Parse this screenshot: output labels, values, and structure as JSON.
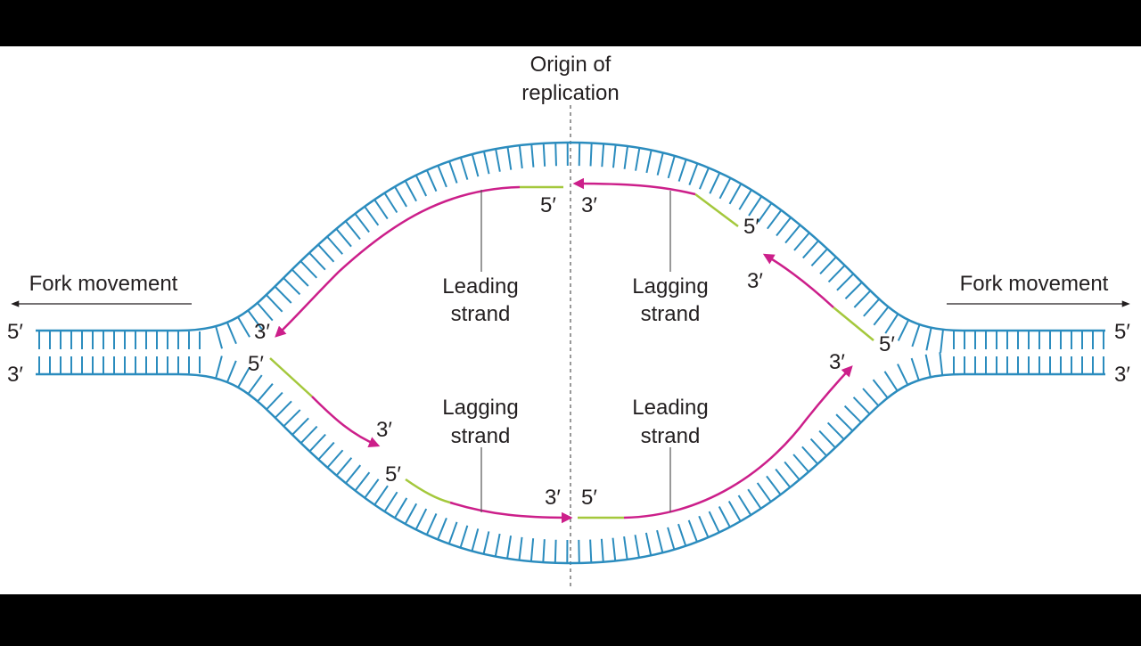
{
  "diagram": {
    "origin_label": [
      "Origin of",
      "replication"
    ],
    "fork_movement_left": "Fork movement",
    "fork_movement_right": "Fork movement",
    "leading_strand_top": [
      "Leading",
      "strand"
    ],
    "lagging_strand_top": [
      "Lagging",
      "strand"
    ],
    "lagging_strand_bottom": [
      "Lagging",
      "strand"
    ],
    "leading_strand_bottom": [
      "Leading",
      "strand"
    ],
    "end_labels": {
      "left_top_5": "5′",
      "left_bottom_3": "3′",
      "right_top_5": "5′",
      "right_bottom_3": "3′",
      "tl_leading_3": "3′",
      "tl_leading_5": "5′",
      "tr_lagging_3a": "3′",
      "tr_lagging_5a": "5′",
      "tr_lagging_3b": "3′",
      "tr_lagging_5b": "5′",
      "bl_lagging_5a": "5′",
      "bl_lagging_3a": "3′",
      "bl_lagging_5b": "5′",
      "bl_lagging_3b": "3′",
      "br_leading_5": "5′",
      "br_leading_3": "3′"
    },
    "colors": {
      "parent_strand": "#2b8cbe",
      "new_strand": "#cc1f8a",
      "primer": "#a4c83c",
      "background": "#ffffff",
      "letterbox": "#000000"
    }
  }
}
